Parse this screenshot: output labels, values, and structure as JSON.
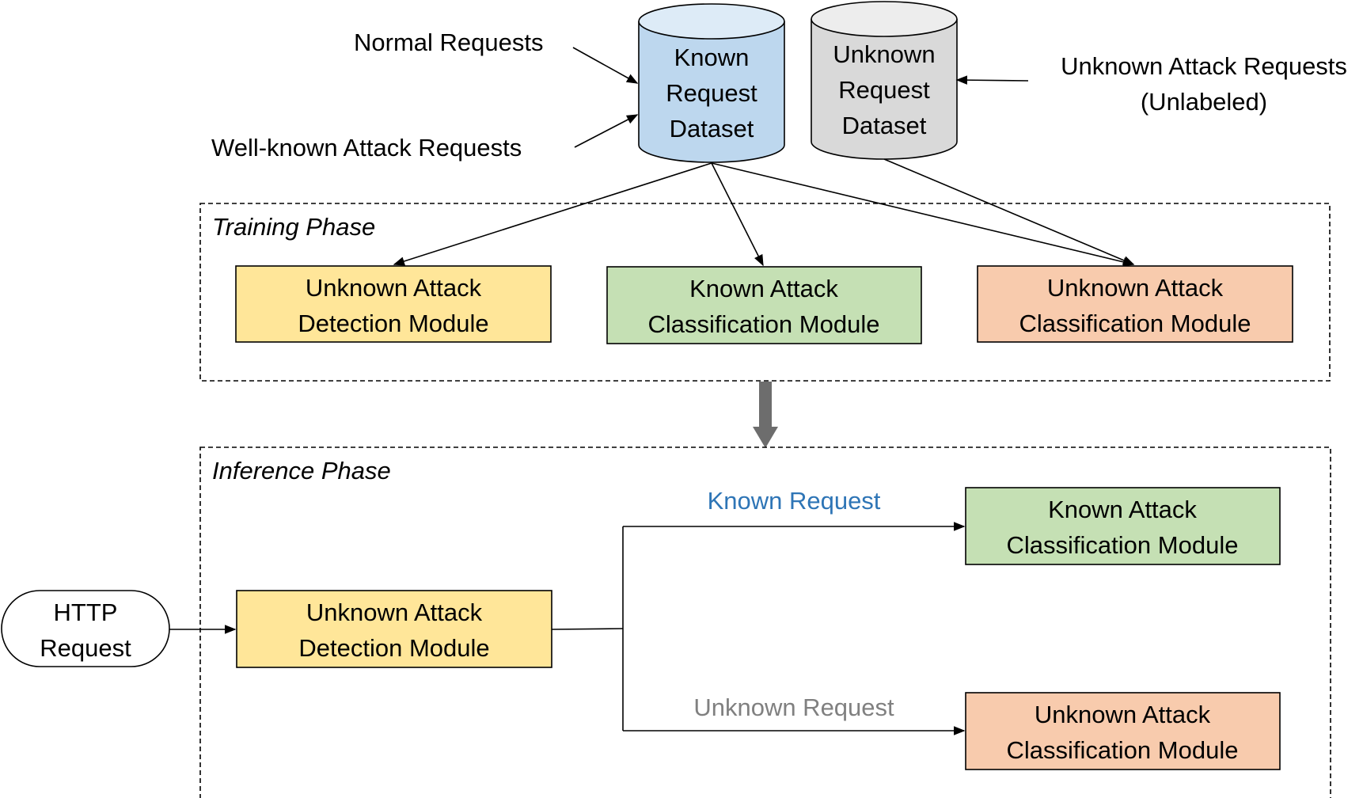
{
  "sources": {
    "normal_requests": "Normal Requests",
    "well_known_attack_requests": "Well-known Attack Requests",
    "unknown_attack_requests": [
      "Unknown Attack Requests",
      "(Unlabeled)"
    ]
  },
  "datasets": {
    "known": [
      "Known",
      "Request",
      "Dataset"
    ],
    "unknown": [
      "Unknown",
      "Request",
      "Dataset"
    ]
  },
  "training": {
    "title": "Training Phase",
    "detection_module": [
      "Unknown Attack",
      "Detection Module"
    ],
    "known_classification_module": [
      "Known Attack",
      "Classification Module"
    ],
    "unknown_classification_module": [
      "Unknown Attack",
      "Classification Module"
    ]
  },
  "inference": {
    "title": "Inference Phase",
    "http_request": [
      "HTTP",
      "Request"
    ],
    "detection_module": [
      "Unknown Attack",
      "Detection Module"
    ],
    "known_request_label": "Known Request",
    "unknown_request_label": "Unknown Request",
    "known_classification_module": [
      "Known Attack",
      "Classification Module"
    ],
    "unknown_classification_module": [
      "Unknown Attack",
      "Classification Module"
    ]
  },
  "colors": {
    "yellow_box": "#ffe699",
    "green_box": "#c5e0b4",
    "orange_box": "#f8cbad",
    "known_cylinder": "#bdd7ee",
    "unknown_cylinder": "#d9d9d9",
    "known_label": "#2e75b6",
    "unknown_label": "#808080",
    "phase_arrow": "#6d6d6d"
  }
}
